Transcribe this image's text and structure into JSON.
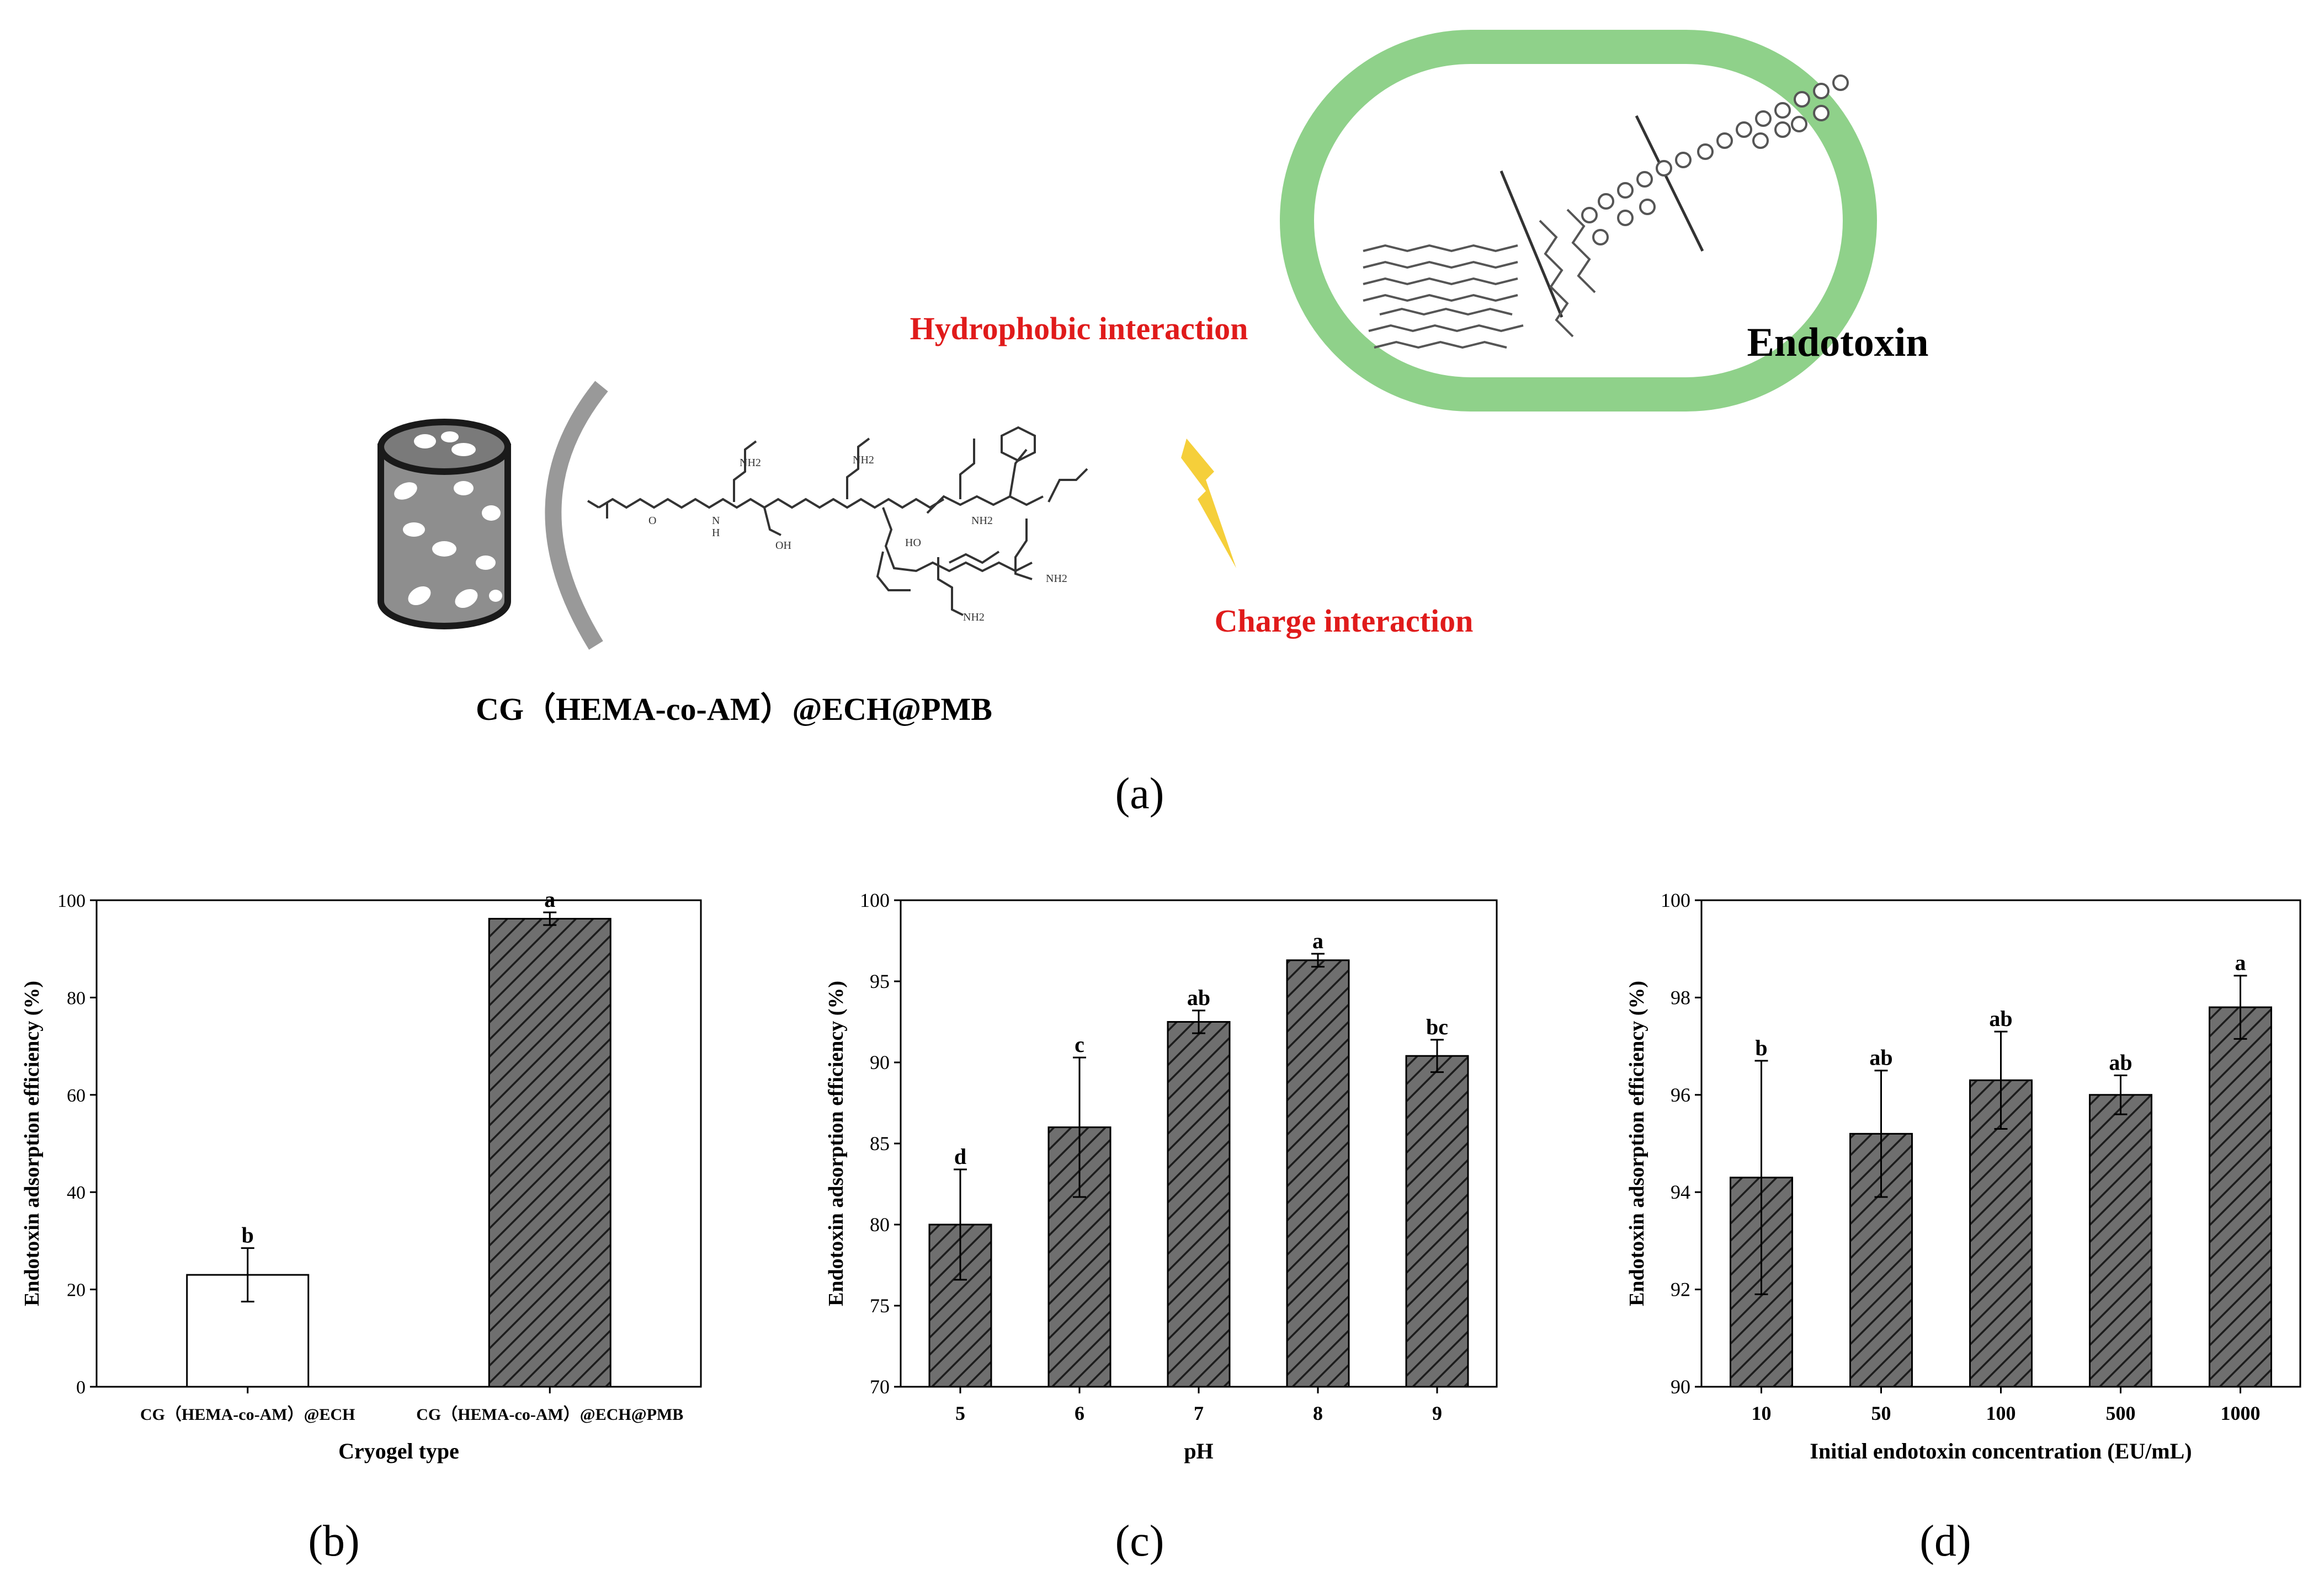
{
  "panel_a": {
    "material_label": "CG（HEMA-co-AM）@ECH@PMB",
    "hydrophobic_label": "Hydrophobic interaction",
    "charge_label": "Charge interaction",
    "endotoxin_label": "Endotoxin",
    "molecule_atoms": [
      "NH2",
      "NH2",
      "NH2",
      "NH2",
      "NH2",
      "OH",
      "HO",
      "O",
      "N",
      "H"
    ],
    "caption": "(a)",
    "colors": {
      "interaction_red": "#e01b1b",
      "bacteria_green": "#8fd18a",
      "lightning_yellow": "#f5cf3a",
      "cylinder_gray": "#8e8e8e",
      "arc_gray": "#999999"
    }
  },
  "panel_b": {
    "caption": "(b)"
  },
  "panel_c": {
    "caption": "(c)"
  },
  "panel_d": {
    "caption": "(d)"
  },
  "chart_data": [
    {
      "type": "bar",
      "categories": [
        "CG（HEMA-co-AM）@ECH",
        "CG（HEMA-co-AM）@ECH@PMB"
      ],
      "values": [
        23,
        96.2
      ],
      "errors": [
        5.5,
        1.3
      ],
      "letters": [
        "b",
        "a"
      ],
      "bar_fill": [
        "white",
        "hatched"
      ],
      "xlabel": "Cryogel type",
      "ylabel": "Endotoxin adsorption efficiency (%)",
      "ylim": [
        0,
        100
      ],
      "yticks": [
        0,
        20,
        40,
        60,
        80,
        100
      ],
      "grid": false
    },
    {
      "type": "bar",
      "categories": [
        "5",
        "6",
        "7",
        "8",
        "9"
      ],
      "values": [
        80,
        86,
        92.5,
        96.3,
        90.4
      ],
      "errors": [
        3.4,
        4.3,
        0.7,
        0.4,
        1.0
      ],
      "letters": [
        "d",
        "c",
        "ab",
        "a",
        "bc"
      ],
      "bar_fill": [
        "hatched",
        "hatched",
        "hatched",
        "hatched",
        "hatched"
      ],
      "xlabel": "pH",
      "ylabel": "Endotoxin adsorption efficiency (%)",
      "ylim": [
        70,
        100
      ],
      "yticks": [
        70,
        75,
        80,
        85,
        90,
        95,
        100
      ],
      "grid": false
    },
    {
      "type": "bar",
      "categories": [
        "10",
        "50",
        "100",
        "500",
        "1000"
      ],
      "values": [
        94.3,
        95.2,
        96.3,
        96.0,
        97.8
      ],
      "errors": [
        2.4,
        1.3,
        1.0,
        0.4,
        0.65
      ],
      "letters": [
        "b",
        "ab",
        "ab",
        "ab",
        "a"
      ],
      "bar_fill": [
        "hatched",
        "hatched",
        "hatched",
        "hatched",
        "hatched"
      ],
      "xlabel": "Initial endotoxin concentration (EU/mL)",
      "ylabel": "Endotoxin adsorption efficiency (%)",
      "ylim": [
        90,
        100
      ],
      "yticks": [
        90,
        92,
        94,
        96,
        98,
        100
      ],
      "grid": false
    }
  ]
}
